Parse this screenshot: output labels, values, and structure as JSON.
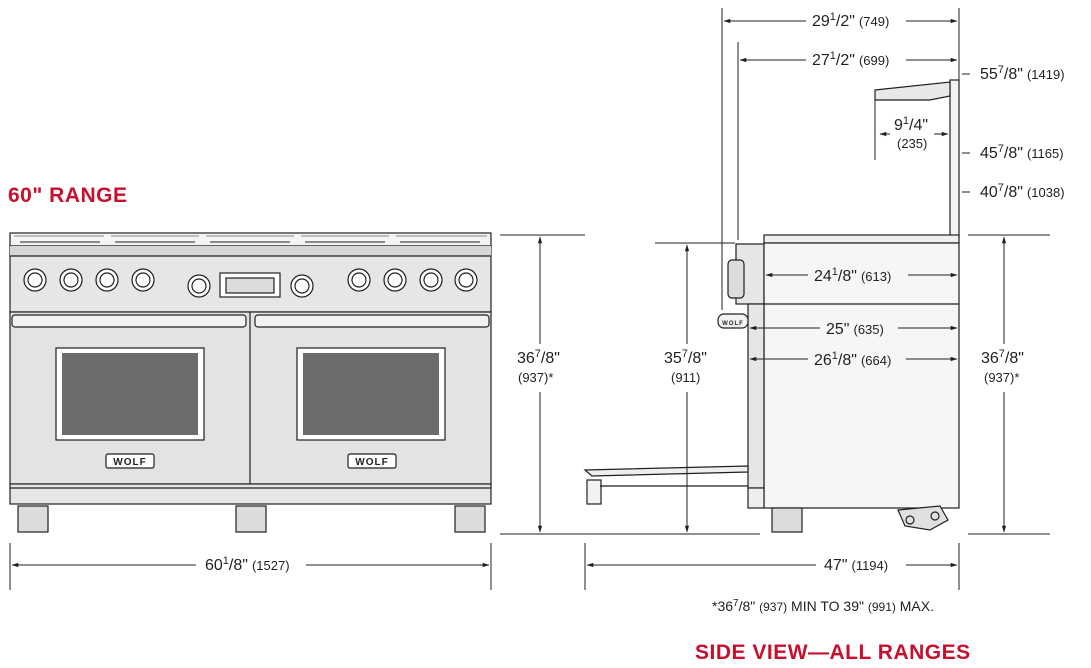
{
  "front_title": "60\" RANGE",
  "side_title": "SIDE VIEW—ALL RANGES",
  "brand": "WOLF",
  "footnote": {
    "star": "*36",
    "sup": "7",
    "rest_in": "/8\"",
    "mm1": "(937)",
    "mid": "MIN TO 39\"",
    "mm2": "(991)",
    "end": "MAX."
  },
  "dims": {
    "d749": {
      "whole": "29",
      "num": "1",
      "den": "/2\"",
      "mm": "(749)"
    },
    "d699": {
      "whole": "27",
      "num": "1",
      "den": "/2\"",
      "mm": "(699)"
    },
    "d1419": {
      "whole": "55",
      "num": "7",
      "den": "/8\"",
      "mm": "(1419)"
    },
    "d235": {
      "whole": "9",
      "num": "1",
      "den": "/4\"",
      "mm": "(235)"
    },
    "d1165": {
      "whole": "45",
      "num": "7",
      "den": "/8\"",
      "mm": "(1165)"
    },
    "d1038": {
      "whole": "40",
      "num": "7",
      "den": "/8\"",
      "mm": "(1038)"
    },
    "d613": {
      "whole": "24",
      "num": "1",
      "den": "/8\"",
      "mm": "(613)"
    },
    "d635": {
      "whole": "25\"",
      "mm": "(635)"
    },
    "d664": {
      "whole": "26",
      "num": "1",
      "den": "/8\"",
      "mm": "(664)"
    },
    "d937_front": {
      "whole": "36",
      "num": "7",
      "den": "/8\"",
      "mm": "(937)*"
    },
    "d911": {
      "whole": "35",
      "num": "7",
      "den": "/8\"",
      "mm": "(911)"
    },
    "d937_side": {
      "whole": "36",
      "num": "7",
      "den": "/8\"",
      "mm": "(937)*"
    },
    "d1527": {
      "whole": "60",
      "num": "1",
      "den": "/8\"",
      "mm": "(1527)"
    },
    "d1194": {
      "whole": "47\"",
      "mm": "(1194)"
    }
  }
}
